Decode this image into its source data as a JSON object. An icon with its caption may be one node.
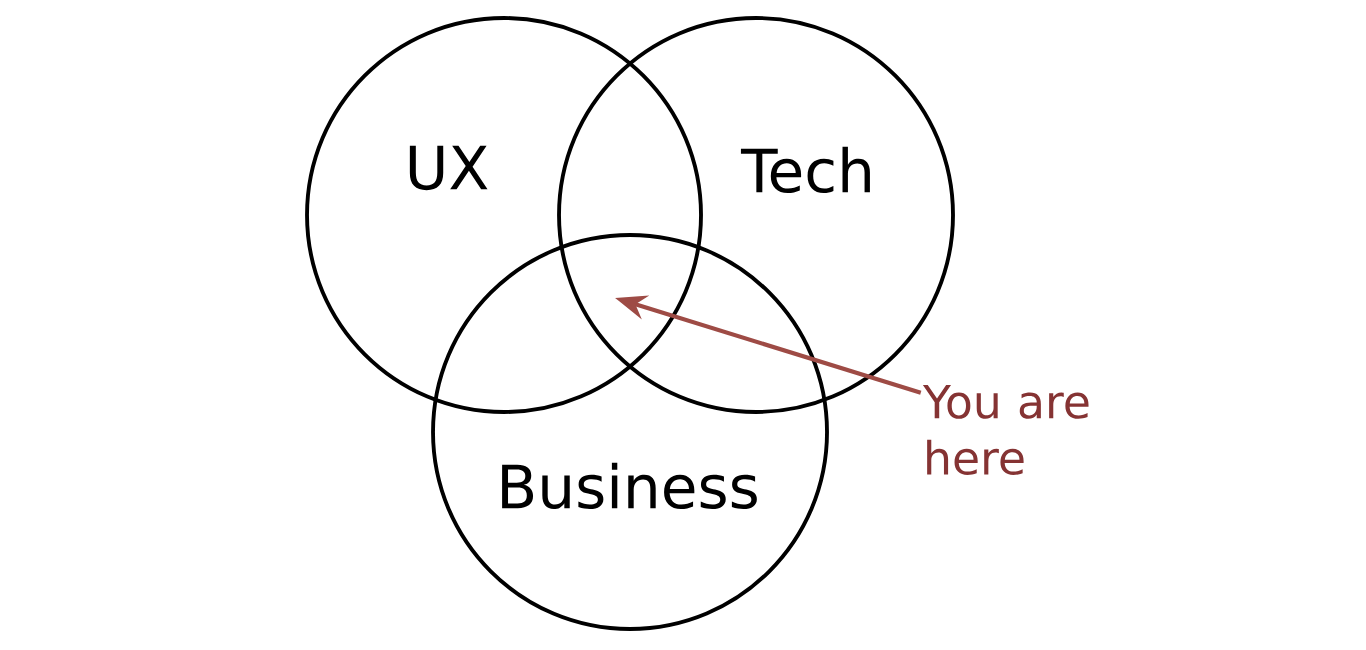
{
  "diagram": {
    "nodes": [
      {
        "text": [
          "UX"
        ]
      },
      {
        "text": [
          "Tech"
        ]
      },
      {
        "text": [
          "Business"
        ]
      },
      {
        "text": [
          "You are here"
        ]
      }
    ],
    "edges": [
      {
        "from": 3,
        "to": 2,
        "arrow": "to",
        "color": "#9e4b45"
      }
    ]
  }
}
